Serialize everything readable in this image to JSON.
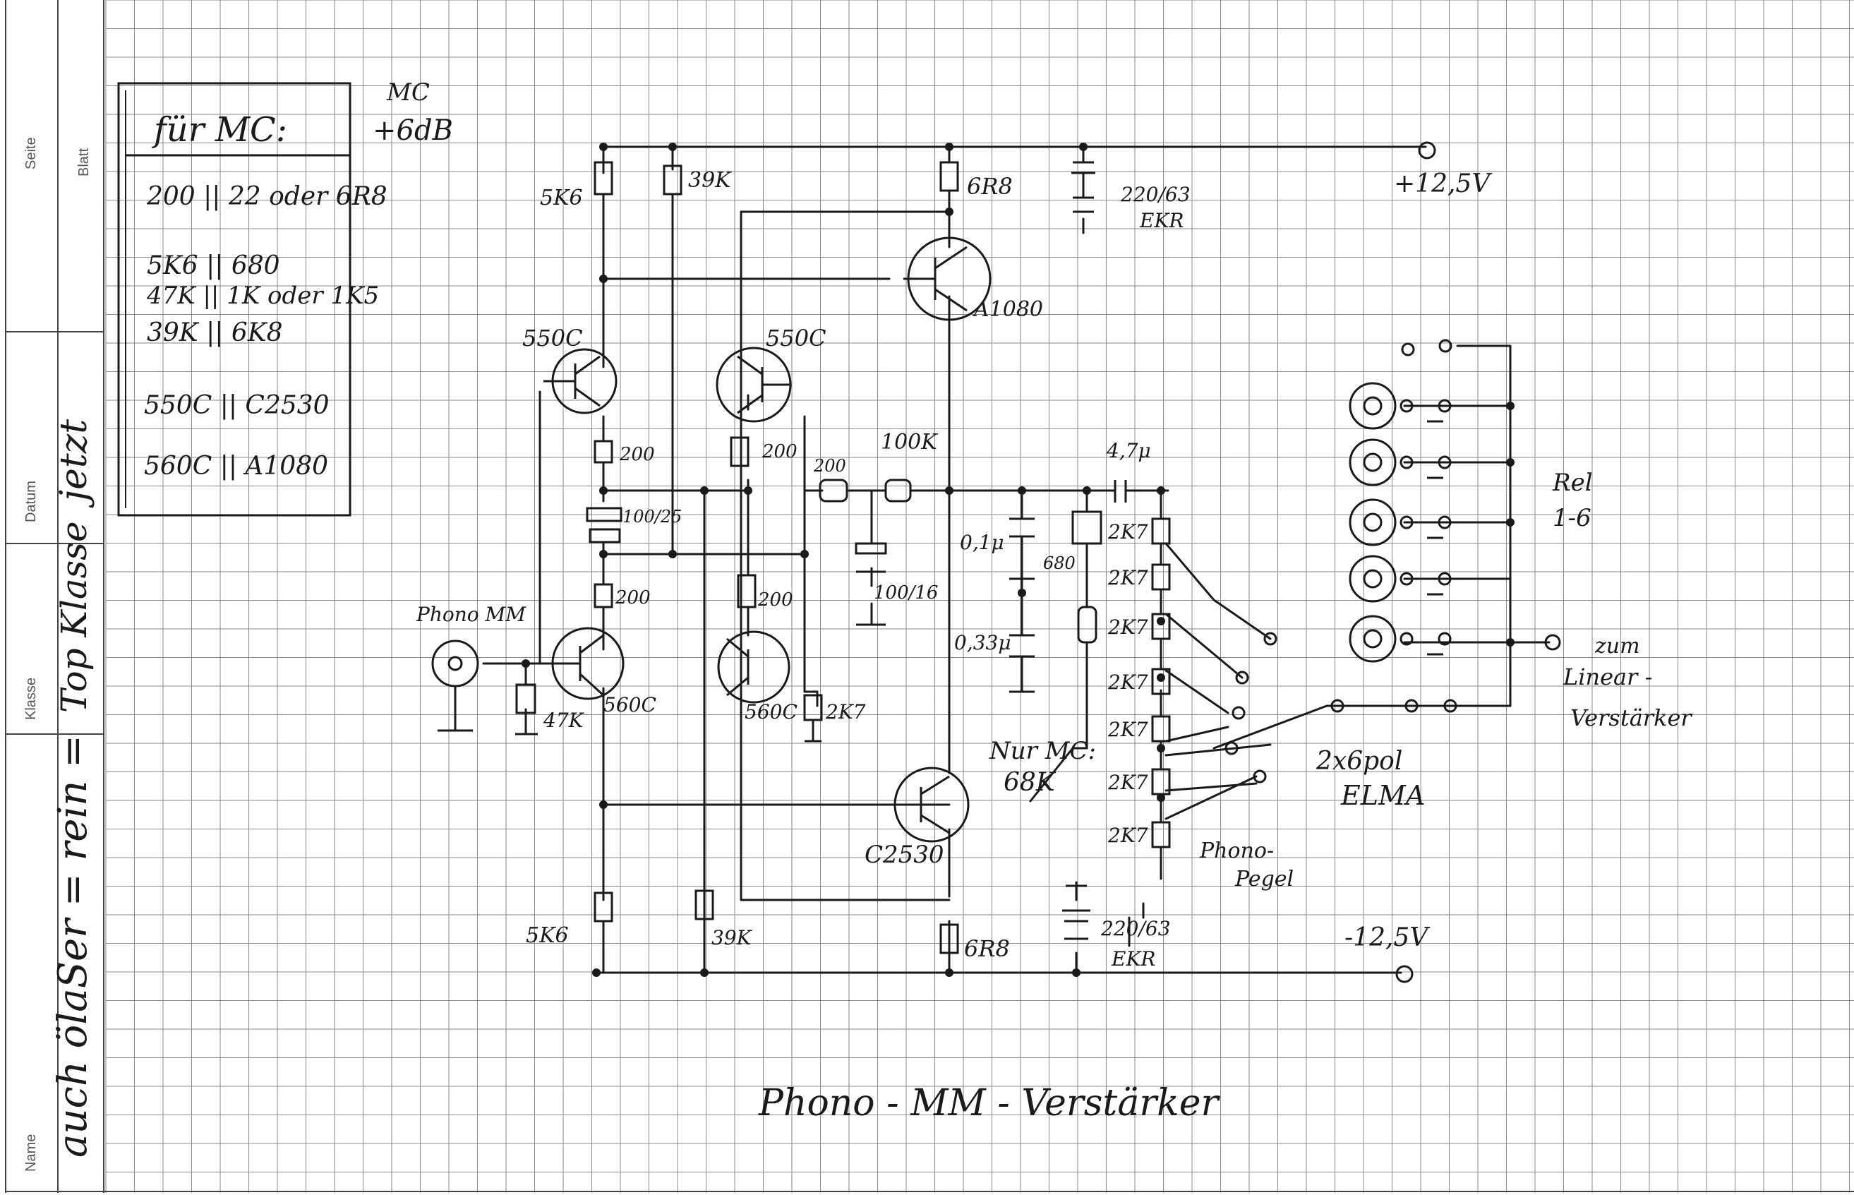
{
  "sidebar": {
    "seite": "Seite",
    "blatt": "Blatt",
    "datum_label": "Datum",
    "datum_value": "jetzt",
    "klasse_label": "Klasse",
    "klasse_value": "Top Klasse",
    "name_label": "Name",
    "name_value": "auch ölaSer = rein ="
  },
  "mc_note": {
    "header": "für MC:",
    "gain_top": "MC",
    "gain_bottom": "+6dB",
    "rows": [
      "200 || 22 oder 6R8",
      "5K6 || 680",
      "47K || 1K oder 1K5",
      "39K || 6K8",
      "550C || C2530",
      "560C || A1080"
    ]
  },
  "title": "Phono - MM - Verstärker",
  "supply": {
    "pos": "+12,5V",
    "neg": "-12,5V"
  },
  "components": {
    "r_5k6_top": "5K6",
    "r_39k_top": "39K",
    "r_6r8_top": "6R8",
    "c_220_top": "220/63",
    "c_ekr_top": "EKR",
    "q_a1080": "A1080",
    "q_550c_left": "550C",
    "q_550c_right": "550C",
    "r_200_a": "200",
    "r_200_b": "200",
    "r_200_c": "200",
    "r_200_d": "200",
    "r_200_in": "200",
    "r_100k": "100K",
    "c_4u7": "4,7μ",
    "c_100_25": "100/25",
    "c_100_16": "100/16",
    "c_01u": "0,1μ",
    "c_033u": "0,33μ",
    "c_680": "680",
    "phono_mm": "Phono MM",
    "r_47k": "47K",
    "q_560c_left": "560C",
    "q_560c_right": "560C",
    "r_2k7_side": "2K7",
    "r_2k7_ladder": [
      "2K7",
      "2K7",
      "2K7",
      "2K7",
      "2K7",
      "2K7",
      "2K7"
    ],
    "nur_mc_line1": "Nur MC:",
    "nur_mc_line2": "68K",
    "q_c2530": "C2530",
    "r_5k6_bot": "5K6",
    "r_39k_bot": "39K",
    "r_6r8_bot": "6R8",
    "c_220_bot": "220/63",
    "c_ekr_bot": "EKR",
    "switch_label": "2x6pol",
    "switch_brand": "ELMA",
    "phono_pegel_1": "Phono-",
    "phono_pegel_2": "Pegel",
    "rel_1": "Rel",
    "rel_2": "1-6",
    "out_1": "zum",
    "out_2": "Linear -",
    "out_3": "Verstärker"
  }
}
